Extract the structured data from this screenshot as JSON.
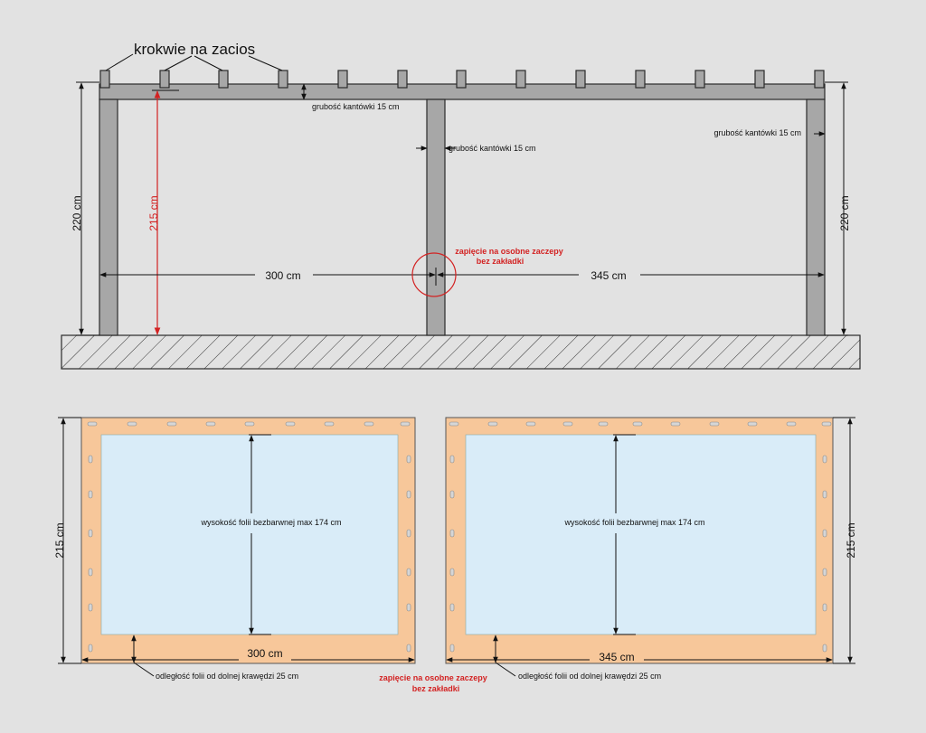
{
  "colors": {
    "background": "#e2e2e2",
    "post": "#a7a7a7",
    "outline": "#2a2a2a",
    "red": "#d32222",
    "fabric": "#f7c79a",
    "foil": "#d9ecf8",
    "eyelet": "#d6d6d6"
  },
  "top": {
    "rafters_label": "krokwie na zacios",
    "beam_thickness_label": "grubość kantówki 15 cm",
    "middle_post_label": "grubość kantówki 15 cm",
    "right_post_label": "grubość kantówki 15 cm",
    "left_height": "220 cm",
    "right_height": "220 cm",
    "inner_height": "215 cm",
    "left_span": "300 cm",
    "right_span": "345 cm",
    "note_line1": "zapięcie na osobne zaczepy",
    "note_line2": "bez zakładki"
  },
  "panels": [
    {
      "foil_height_label": "wysokość folii bezbarwnej max 174 cm",
      "width_label": "300 cm",
      "height_label": "215 cm",
      "bottom_distance_label": "odległość folii od dolnej krawędzi 25 cm"
    },
    {
      "foil_height_label": "wysokość folii bezbarwnej max 174 cm",
      "width_label": "345 cm",
      "height_label": "215 cm",
      "bottom_distance_label": "odległość folii od dolnej krawędzi 25 cm"
    }
  ],
  "bottom_note": {
    "line1": "zapięcie na osobne zaczepy",
    "line2": "bez zakładki"
  }
}
